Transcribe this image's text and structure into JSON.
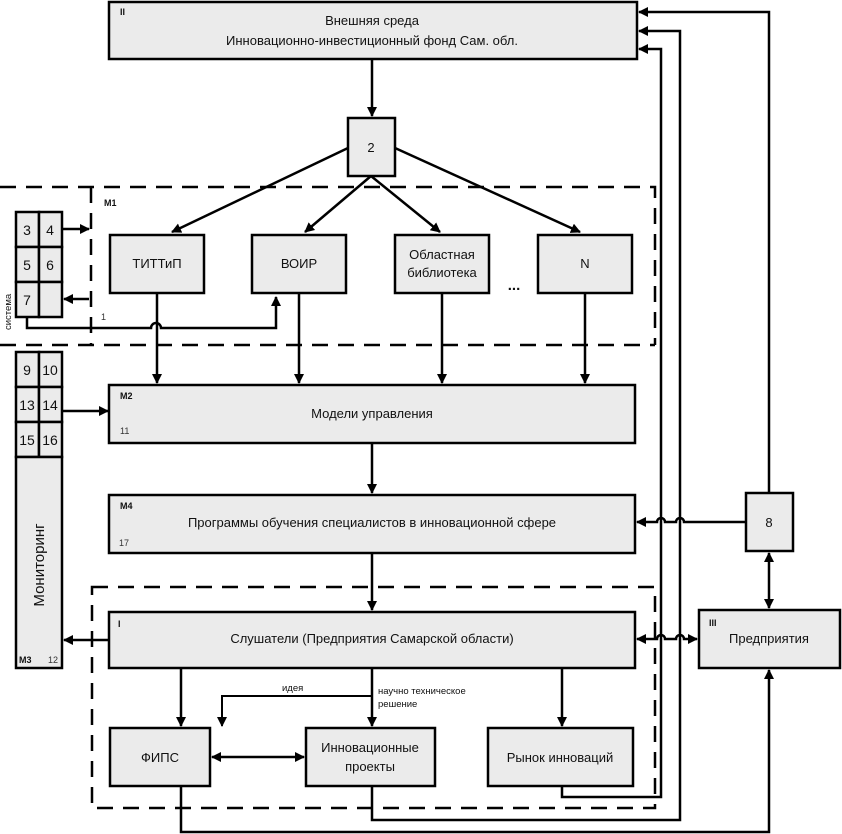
{
  "diagram": {
    "external": {
      "tag": "II",
      "line1": "Внешняя среда",
      "line2": "Инновационно-инвестиционный фонд Сам. обл."
    },
    "node2": {
      "label": "2"
    },
    "m1": {
      "tag": "M1",
      "num": "1",
      "nodes": [
        {
          "label": "ТИТТиП"
        },
        {
          "label": "ВОИР"
        },
        {
          "label1": "Областная",
          "label2": "библиотека"
        },
        {
          "label": "N"
        }
      ],
      "ellipsis": "..."
    },
    "grid_top": {
      "cells": [
        "3",
        "4",
        "5",
        "6",
        "7",
        ""
      ],
      "side_label": "система"
    },
    "grid_mid": {
      "cells": [
        "9",
        "10",
        "13",
        "14",
        "15",
        "16"
      ]
    },
    "m2": {
      "tag": "M2",
      "num": "11",
      "label": "Модели управления"
    },
    "m3": {
      "tag": "M3",
      "num": "12",
      "label": "Мониторинг"
    },
    "m4": {
      "tag": "M4",
      "num": "17",
      "label": "Программы обучения специалистов в инновационной сфере"
    },
    "node8": {
      "label": "8"
    },
    "listeners": {
      "tag": "I",
      "label": "Слушатели (Предприятия Самарской области)"
    },
    "enterprises": {
      "tag": "III",
      "label": "Предприятия"
    },
    "annotations": {
      "idea": "идея",
      "solution1": "научно техническое",
      "solution2": "решение"
    },
    "bottom": {
      "fips": "ФИПС",
      "projects1": "Инновационные",
      "projects2": "проекты",
      "market": "Рынок инноваций"
    }
  }
}
